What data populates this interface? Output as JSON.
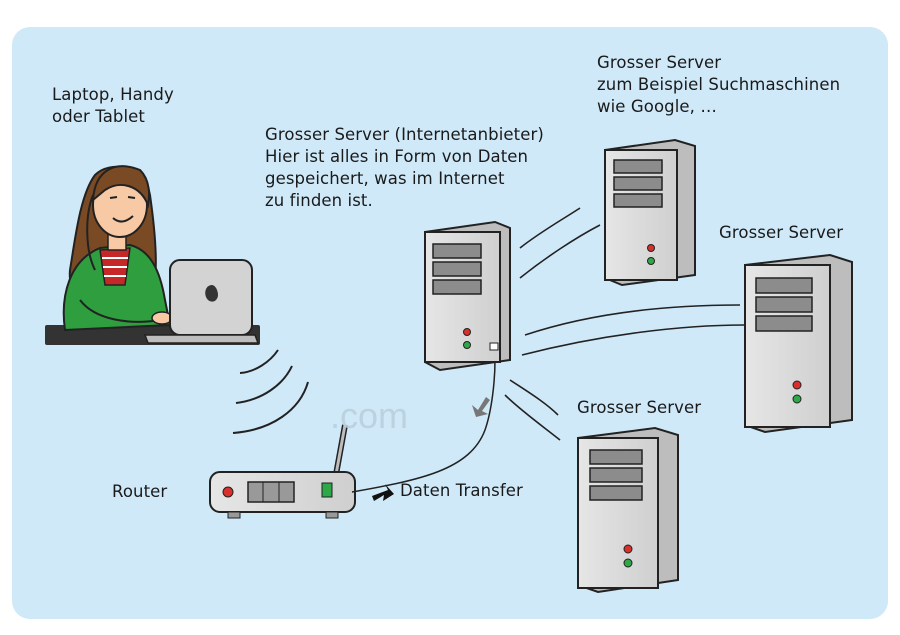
{
  "labels": {
    "device": "Laptop, Handy\noder Tablet",
    "isp_server": "Grosser Server (Internetanbieter)\nHier ist alles in Form von Daten\ngespeichert, was im Internet\nzu finden ist.",
    "search_server": "Grosser Server\nzum Beispiel Suchmaschinen\nwie Google, …",
    "server_right": "Grosser Server",
    "server_bottom": "Grosser Server",
    "router": "Router",
    "transfer": "Daten Transfer"
  },
  "watermark": ".com",
  "colors": {
    "background": "#cfe9f8",
    "server_body": "#d9d9d9",
    "server_dark": "#8c8c8c",
    "led_red": "#d9302c",
    "led_green": "#2fa84a",
    "sweater": "#2e9e3e",
    "hair": "#7a4a24"
  }
}
